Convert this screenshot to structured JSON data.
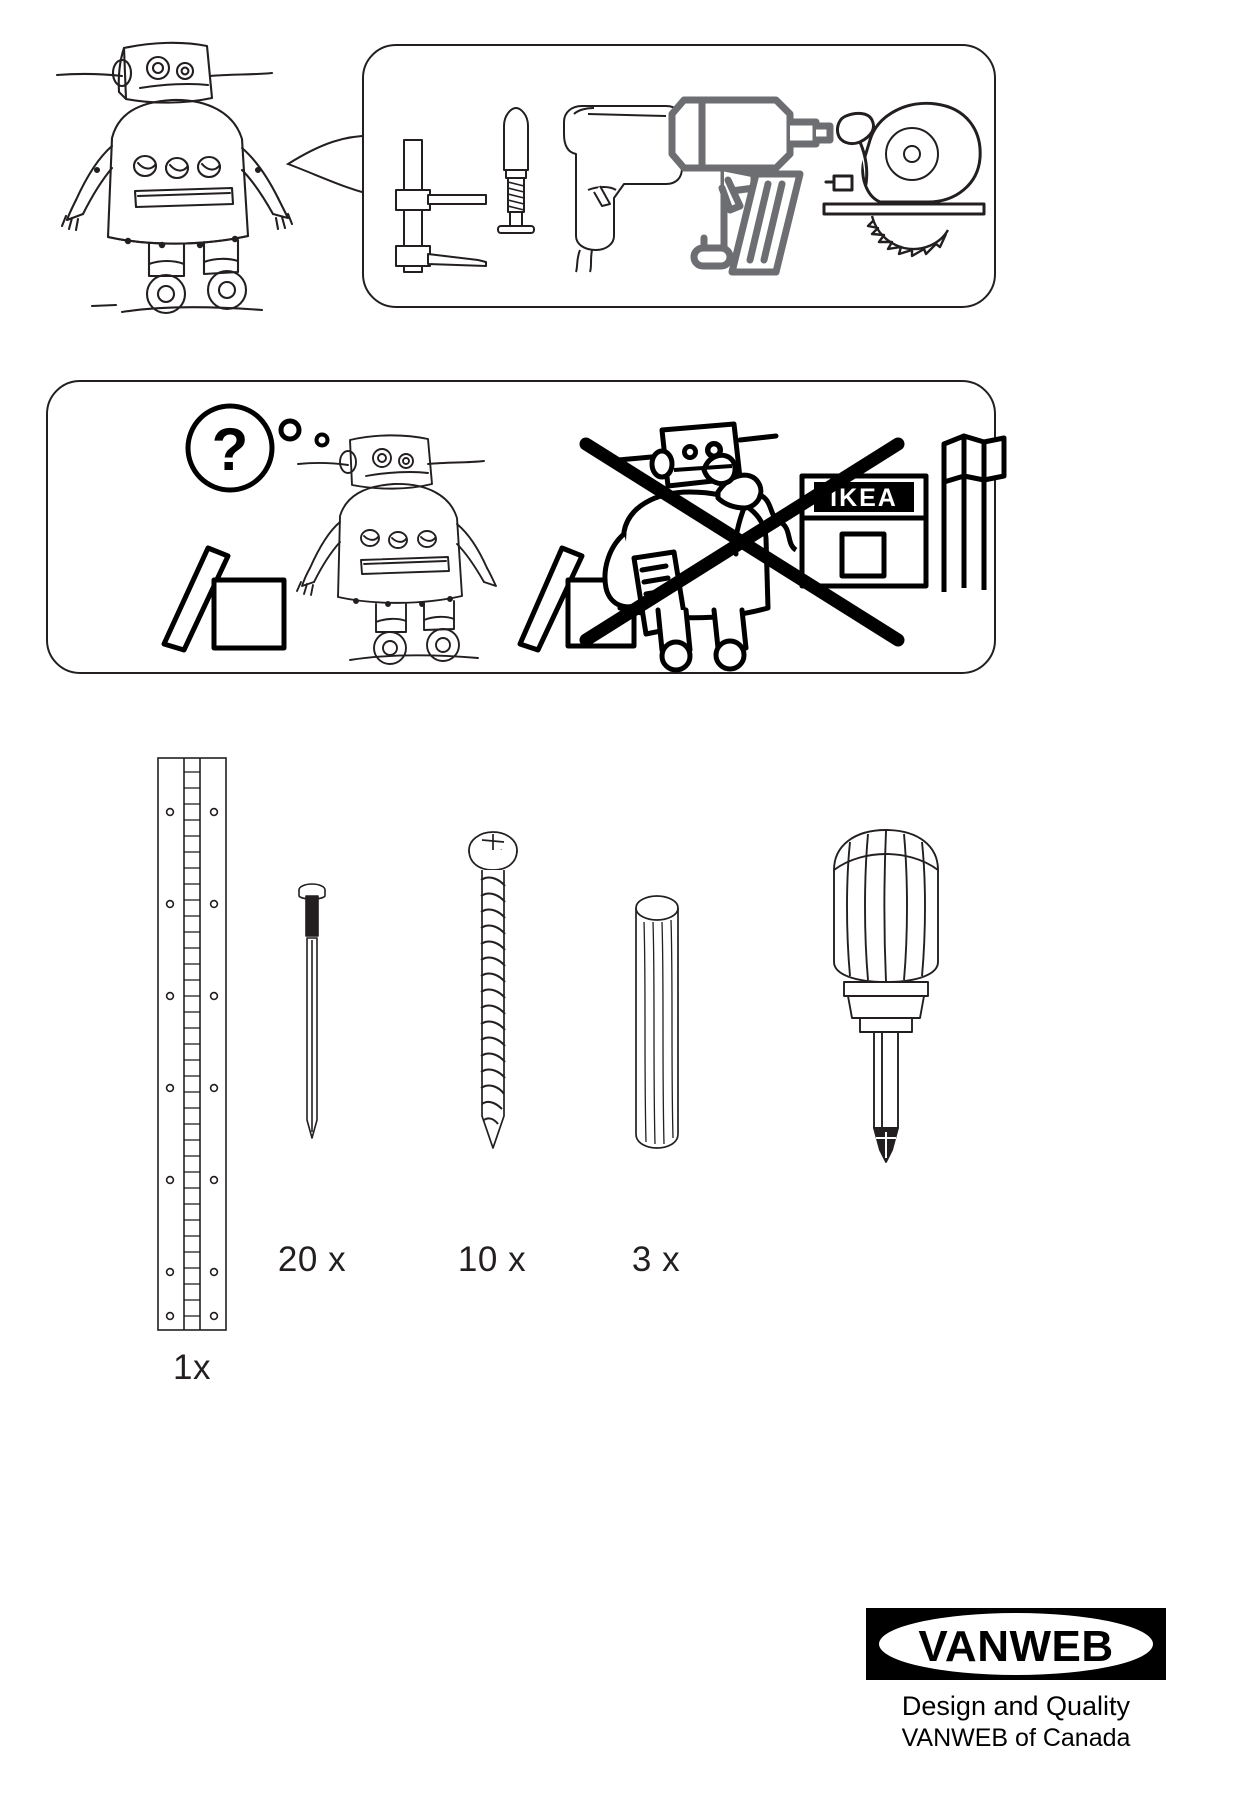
{
  "document": {
    "type": "assembly-instruction-sheet",
    "brand": "VANWEB"
  },
  "panel_tools": {
    "name": "required-tools",
    "robot_label": "robot-mascot",
    "tools": [
      {
        "id": "bar-clamp",
        "label": "bar clamp"
      },
      {
        "id": "screwdriver-small",
        "label": "screwdriver"
      },
      {
        "id": "power-drill",
        "label": "power drill with bit"
      },
      {
        "id": "nail-gun",
        "label": "nail gun"
      },
      {
        "id": "circular-saw",
        "label": "circular saw"
      }
    ]
  },
  "panel_think": {
    "name": "do-not-return-to-store",
    "question_mark": "?",
    "store_sign": "IKEA",
    "items": [
      {
        "id": "thinking-robot",
        "label": "robot thinking about parts"
      },
      {
        "id": "phone-robot",
        "label": "robot calling store"
      },
      {
        "id": "ikea-store",
        "label": "store building with flags"
      }
    ],
    "crossed_out": true
  },
  "parts": [
    {
      "id": "piano-hinge",
      "name": "piano hinge",
      "qty": "1x"
    },
    {
      "id": "nail",
      "name": "nail",
      "qty": "20 x"
    },
    {
      "id": "wood-screw",
      "name": "wood screw",
      "qty": "10 x"
    },
    {
      "id": "wooden-dowel",
      "name": "wooden dowel",
      "qty": "3 x"
    },
    {
      "id": "screwdriver",
      "name": "screwdriver",
      "qty": ""
    }
  ],
  "footer": {
    "logo_text": "VANWEB",
    "tagline_1": "Design and Quality",
    "tagline_2": "VANWEB of Canada"
  },
  "colors": {
    "ink": "#231f20",
    "gray_tool": "#6d6e71",
    "black": "#000000",
    "paper": "#ffffff"
  }
}
